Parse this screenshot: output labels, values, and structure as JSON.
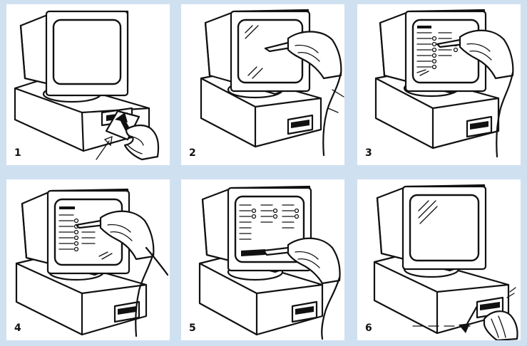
{
  "steps": [
    {
      "number": "1"
    },
    {
      "number": "2"
    },
    {
      "number": "3"
    },
    {
      "number": "4"
    },
    {
      "number": "5"
    },
    {
      "number": "6"
    }
  ]
}
